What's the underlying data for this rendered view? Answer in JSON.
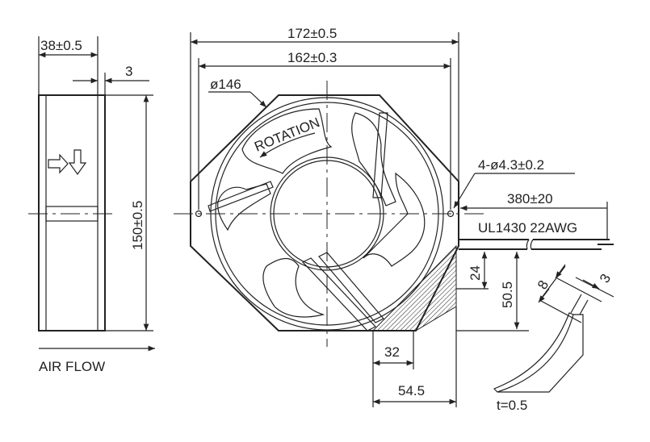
{
  "side_view": {
    "depth_dim": "38±0.5",
    "flange_dim": "3",
    "height_dim": "150±0.5",
    "airflow_label": "AIR FLOW"
  },
  "front_view": {
    "overall_width_dim": "172±0.5",
    "hole_spacing_dim": "162±0.3",
    "diameter_dim": "ø146",
    "rotation_label": "ROTATION",
    "mount_holes_dim": "4-ø4.3±0.2"
  },
  "wire": {
    "length_dim": "380±20",
    "spec_label": "UL1430 22AWG"
  },
  "bracket": {
    "dim_24": "24",
    "dim_50_5": "50.5",
    "dim_32": "32",
    "dim_54_5": "54.5",
    "dim_8": "8",
    "dim_3": "3",
    "thickness_label": "t=0.5"
  }
}
